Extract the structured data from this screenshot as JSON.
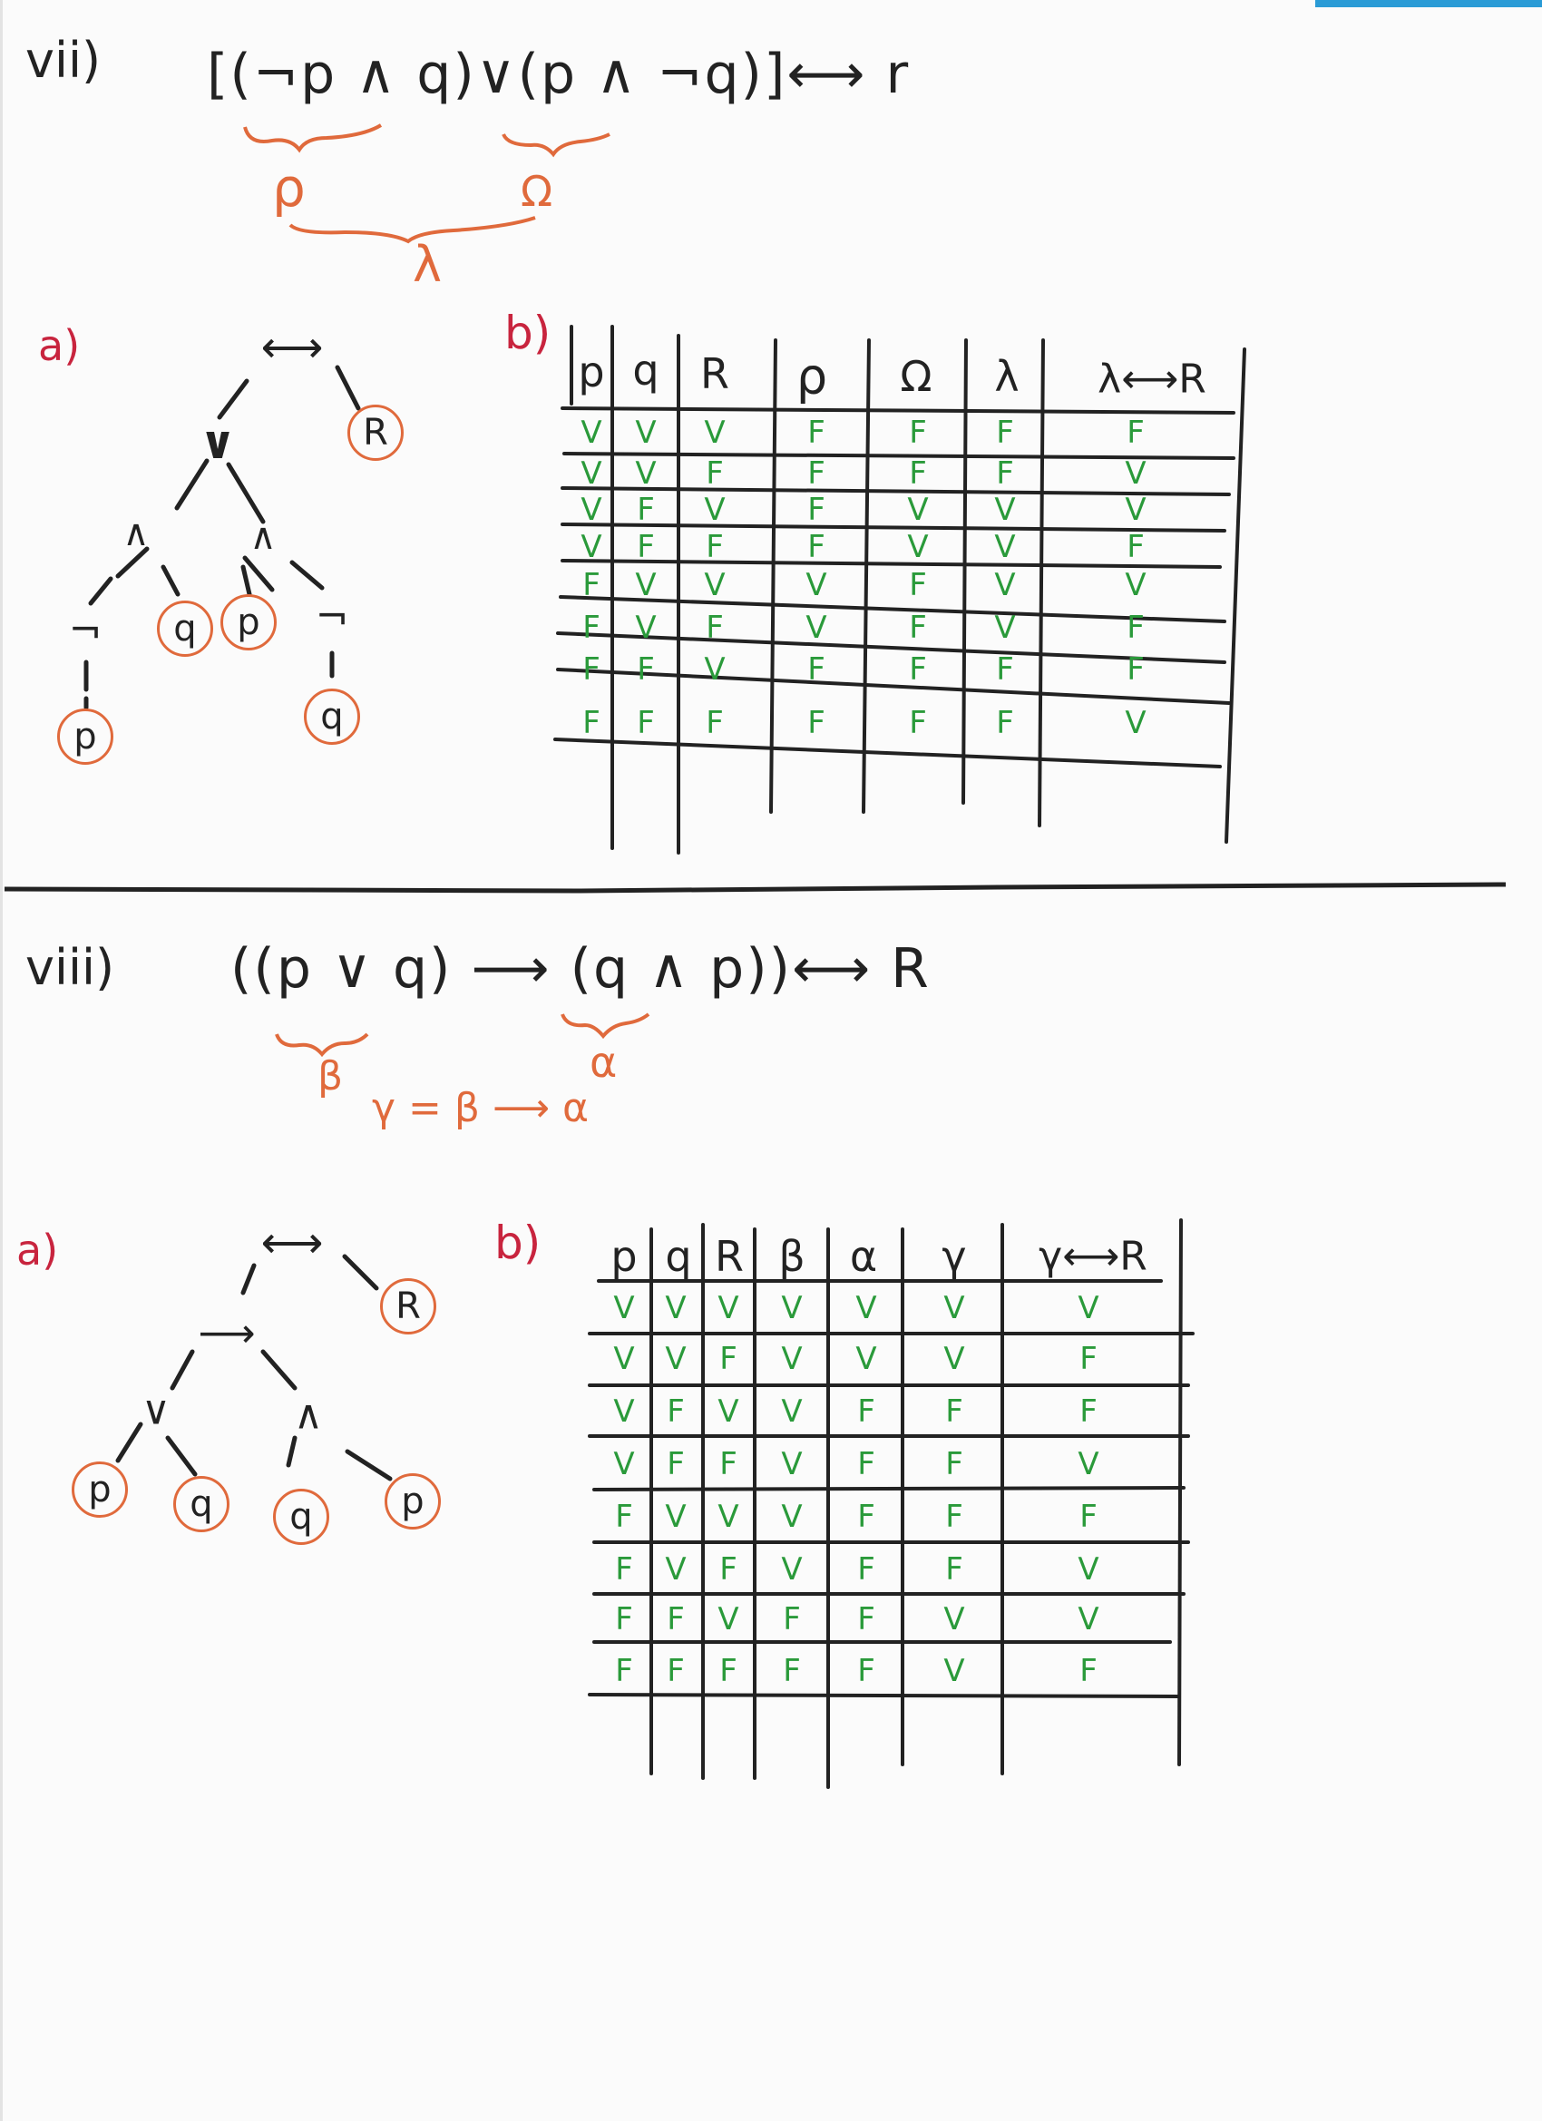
{
  "colors": {
    "ink": "#222222",
    "red": "#c8243e",
    "orange": "#e06a3c",
    "green": "#2a9a3a",
    "blue_edge": "#2a9bd6"
  },
  "problem7": {
    "label": "vii)",
    "formula": "[(¬p ∧ q)∨(p ∧ ¬q)]⟷ r",
    "annot_rho": "ρ",
    "annot_omega": "Ω",
    "annot_lambda": "λ",
    "part_a": "a)",
    "part_b": "b)",
    "tree": {
      "root": "⟷",
      "or": "∨",
      "and_left": "∧",
      "and_right": "∧",
      "not_left": "¬",
      "not_right": "¬",
      "leaves": [
        "R",
        "q",
        "p",
        "p",
        "q"
      ]
    },
    "table": {
      "headers": [
        "p",
        "q",
        "R",
        "ρ",
        "Ω",
        "λ",
        "λ⟷R"
      ],
      "rows": [
        [
          "V",
          "V",
          "V",
          "F",
          "F",
          "F",
          "F"
        ],
        [
          "V",
          "V",
          "F",
          "F",
          "F",
          "F",
          "V"
        ],
        [
          "V",
          "F",
          "V",
          "F",
          "V",
          "V",
          "V"
        ],
        [
          "V",
          "F",
          "F",
          "F",
          "V",
          "V",
          "F"
        ],
        [
          "F",
          "V",
          "V",
          "V",
          "F",
          "V",
          "V"
        ],
        [
          "F",
          "V",
          "F",
          "V",
          "F",
          "V",
          "F"
        ],
        [
          "F",
          "F",
          "V",
          "F",
          "F",
          "F",
          "F"
        ],
        [
          "F",
          "F",
          "F",
          "F",
          "F",
          "F",
          "V"
        ]
      ]
    }
  },
  "problem8": {
    "label": "viii)",
    "formula": "((p ∨ q) ⟶ (q ∧ p))⟷ R",
    "annot_beta": "β",
    "annot_alpha": "α",
    "annot_gamma": "γ = β ⟶ α",
    "part_a": "a)",
    "part_b": "b)",
    "tree": {
      "root": "⟷",
      "imp": "⟶",
      "or": "∨",
      "and": "∧",
      "leaves": [
        "R",
        "p",
        "q",
        "q",
        "p"
      ]
    },
    "table": {
      "headers": [
        "p",
        "q",
        "R",
        "β",
        "α",
        "γ",
        "γ⟷R"
      ],
      "rows": [
        [
          "V",
          "V",
          "V",
          "V",
          "V",
          "V",
          "V"
        ],
        [
          "V",
          "V",
          "F",
          "V",
          "V",
          "V",
          "F"
        ],
        [
          "V",
          "F",
          "V",
          "V",
          "F",
          "F",
          "F"
        ],
        [
          "V",
          "F",
          "F",
          "V",
          "F",
          "F",
          "V"
        ],
        [
          "F",
          "V",
          "V",
          "V",
          "F",
          "F",
          "F"
        ],
        [
          "F",
          "V",
          "F",
          "V",
          "F",
          "F",
          "V"
        ],
        [
          "F",
          "F",
          "V",
          "F",
          "F",
          "V",
          "V"
        ],
        [
          "F",
          "F",
          "F",
          "F",
          "F",
          "V",
          "F"
        ]
      ]
    }
  }
}
